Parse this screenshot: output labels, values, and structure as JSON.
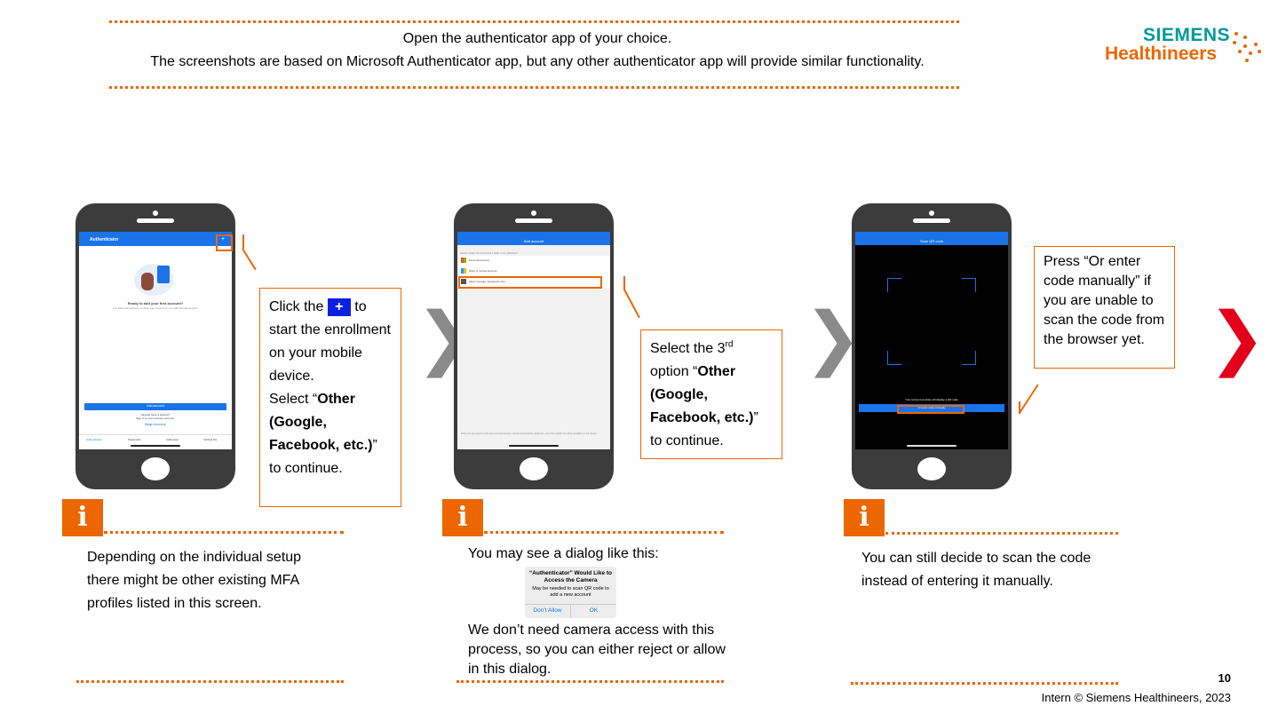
{
  "header": {
    "line1": "Open the authenticator app of your choice.",
    "line2": "The screenshots are based on Microsoft Authenticator app, but any other authenticator app will provide similar functionality."
  },
  "logo": {
    "line1": "SIEMENS",
    "line2": "Healthineers"
  },
  "step1": {
    "screen_title": "Authenticator",
    "prompt_title": "Ready to add your first account?",
    "prompt_sub": "Any Microsoft account or other type of account you add will appear here.",
    "add_button": "Add account",
    "link1": "Already have a backup?",
    "link2": "Sign in to your recovery account.",
    "link3": "Begin recovery",
    "nav": [
      "Authenticator",
      "Passwords",
      "Addresses",
      "Verified IDs"
    ],
    "callout_a": "Click the",
    "callout_plus": "+",
    "callout_b": "to start the enrollment on your mobile device.",
    "callout_c": "Select “",
    "callout_bold": "Other (Google, Facebook, etc.)",
    "callout_d": "” to continue.",
    "info": "Depending on the individual setup there might be other existing MFA profiles listed in this screen."
  },
  "step2": {
    "screen_title": "Add account",
    "question": "WHAT KIND OF ACCOUNT ARE YOU ADDING?",
    "options": [
      "Personal account",
      "Work or school account",
      "Other (Google, Facebook, etc.)"
    ],
    "footer": "When you are signed in with your personal account, all stored passwords, addresses, and other autofill info will be available on this device.",
    "callout_a": "Select the 3",
    "callout_sup": "rd",
    "callout_b": " option “",
    "callout_bold": "Other (Google, Facebook, etc.)",
    "callout_c": "” to continue.",
    "info_intro": "You may see a dialog like this:",
    "dialog_title": "“Authenticator” Would Like to Access the Camera",
    "dialog_body": "May be needed to scan QR code to add a new account",
    "dialog_deny": "Don’t Allow",
    "dialog_ok": "OK",
    "info_after": "We don’t need camera access with this process, so you can either reject or allow in this dialog."
  },
  "step3": {
    "screen_title": "Scan QR code",
    "provider_text": "Your account provider will display a QR code",
    "manual_button": "Or enter code manually",
    "callout": "Press “Or enter code manually” if you are unable to scan the code from the browser yet.",
    "info": "You can still decide to scan the code instead of entering it manually."
  },
  "icons": [
    "chevron-right-icon",
    "info-icon"
  ],
  "colors": {
    "accent": "#ec6602",
    "teal": "#009999",
    "next": "#e2001a",
    "chevron": "#8a8a8a",
    "plus": "#0a22e0"
  },
  "footer": {
    "page": "10",
    "copyright": "Intern © Siemens Healthineers, 2023"
  }
}
